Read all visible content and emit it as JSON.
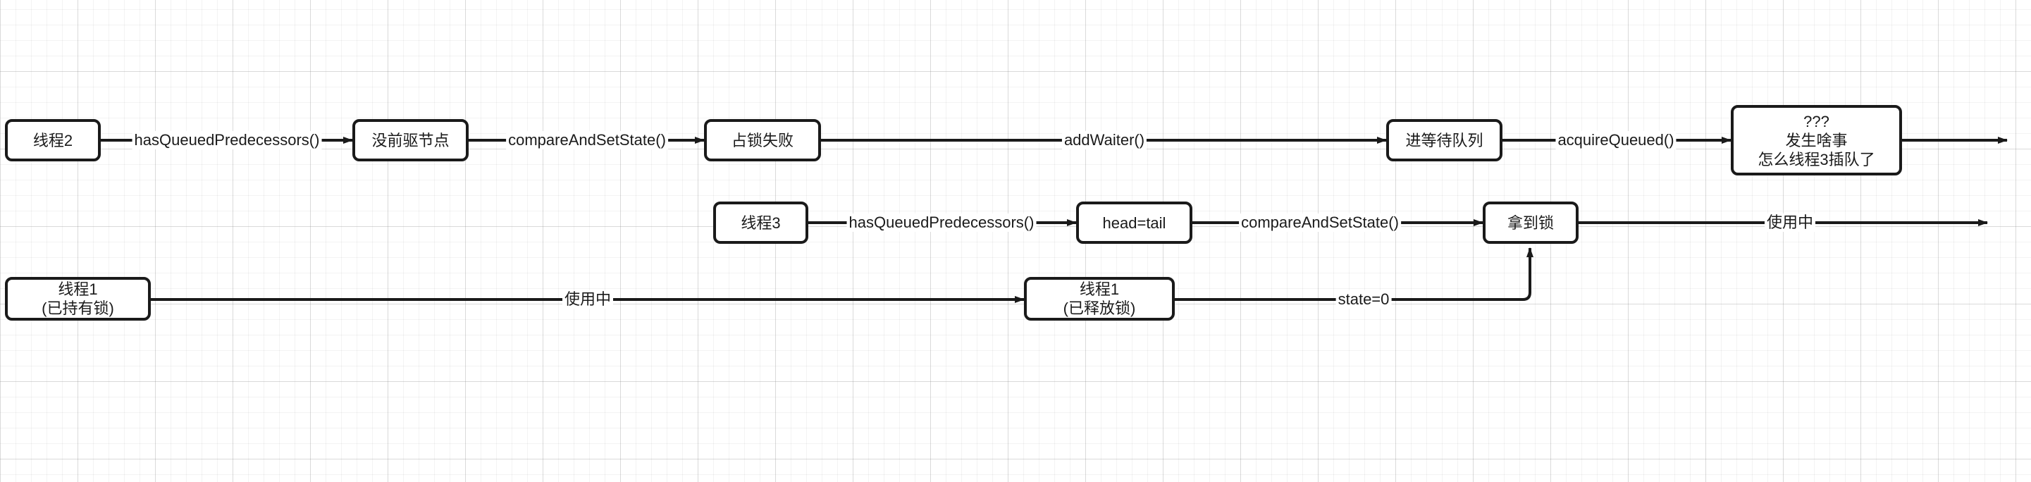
{
  "nodes": {
    "thread2": "线程2",
    "no_predecessor": "没前驱节点",
    "lock_failed": "占锁失败",
    "enqueue": "进等待队列",
    "question": {
      "line1": "???",
      "line2": "发生啥事",
      "line3": "怎么线程3插队了"
    },
    "thread3": "线程3",
    "head_tail": "head=tail",
    "got_lock": "拿到锁",
    "thread1_holding": {
      "line1": "线程1",
      "line2": "(已持有锁)"
    },
    "thread1_released": {
      "line1": "线程1",
      "line2": "(已释放锁)"
    }
  },
  "edges": {
    "t2_has_queued": "hasQueuedPredecessors()",
    "t2_cas": "compareAndSetState()",
    "add_waiter": "addWaiter()",
    "acquire_queued": "acquireQueued()",
    "t3_has_queued": "hasQueuedPredecessors()",
    "t3_cas": "compareAndSetState()",
    "t3_in_use": "使用中",
    "t1_in_use": "使用中",
    "state_zero": "state=0"
  },
  "colors": {
    "stroke": "#1a1a1a",
    "grid": "#d8d8d8",
    "background": "#ffffff"
  }
}
